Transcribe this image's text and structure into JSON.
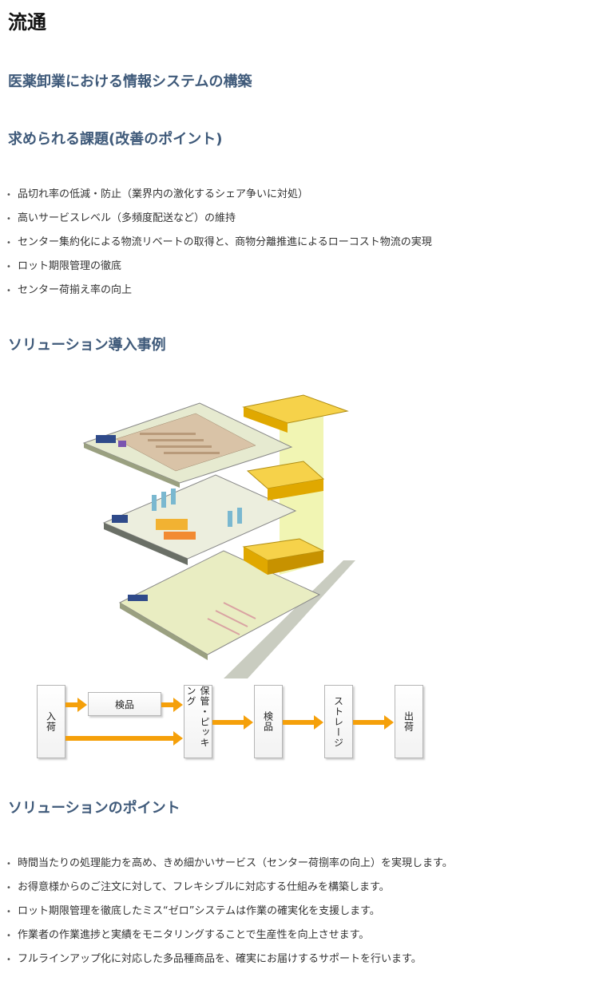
{
  "page": {
    "title": "流通",
    "subtitle": "医薬卸業における情報システムの構築"
  },
  "challenges": {
    "heading": "求められる課題(改善のポイント)",
    "items": [
      "品切れ率の低減・防止（業界内の激化するシェア争いに対処）",
      "高いサービスレベル（多頻度配送など）の維持",
      "センター集約化による物流リベートの取得と、商物分離推進によるローコスト物流の実現",
      "ロット期限管理の徹底",
      "センター荷揃え率の向上"
    ]
  },
  "case_study": {
    "heading": "ソリューション導入事例",
    "illustration_icon": "warehouse-isometric-illustration",
    "flow": {
      "steps": [
        "入荷",
        "検品",
        "保管・ピッキング",
        "検品",
        "ストレージ",
        "出荷"
      ],
      "arrow_color": "#f5a00a"
    }
  },
  "points": {
    "heading": "ソリューションのポイント",
    "items": [
      "時間当たりの処理能力を高め、きめ細かいサービス（センター荷捌率の向上）を実現します。",
      "お得意様からのご注文に対して、フレキシブルに対応する仕組みを構築します。",
      "ロット期限管理を徹底したミス“ゼロ”システムは作業の確実化を支援します。",
      "作業者の作業進捗と実績をモニタリングすることで生産性を向上させます。",
      "フルラインアップ化に対応した多品種商品を、確実にお届けするサポートを行います。"
    ]
  },
  "colors": {
    "heading": "#3f5a7a",
    "storage_yellow": "#f2c21b",
    "floor_green": "#e8ecc4"
  }
}
